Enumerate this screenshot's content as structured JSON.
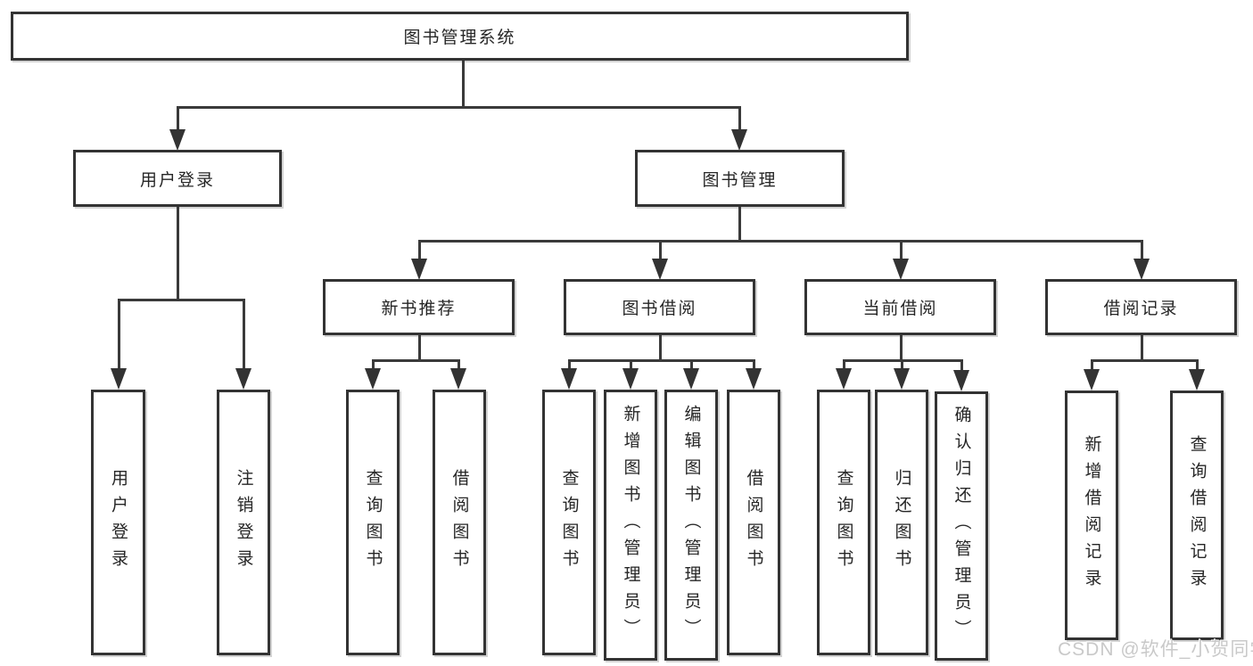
{
  "diagram": {
    "root": {
      "label": "图书管理系统"
    },
    "level2": [
      {
        "label": "用户登录"
      },
      {
        "label": "图书管理"
      }
    ],
    "level3": [
      {
        "label": "新书推荐"
      },
      {
        "label": "图书借阅"
      },
      {
        "label": "当前借阅"
      },
      {
        "label": "借阅记录"
      }
    ],
    "leaves": {
      "user": [
        {
          "label": "用户登录"
        },
        {
          "label": "注销登录"
        }
      ],
      "newbook": [
        {
          "label": "查询图书"
        },
        {
          "label": "借阅图书"
        }
      ],
      "borrow": [
        {
          "label": "查询图书"
        },
        {
          "label": "新增图书（管理员）"
        },
        {
          "label": "编辑图书（管理员）"
        },
        {
          "label": "借阅图书"
        }
      ],
      "current": [
        {
          "label": "查询图书"
        },
        {
          "label": "归还图书"
        },
        {
          "label": "确认归还（管理员）"
        }
      ],
      "records": [
        {
          "label": "新增借阅记录"
        },
        {
          "label": "查询借阅记录"
        }
      ]
    },
    "colors": {
      "line": "#333333",
      "text": "#262626",
      "watermark": "#c9c9c9",
      "background": "#ffffff"
    }
  },
  "watermark": {
    "text": "CSDN @软件_小贺同学"
  }
}
